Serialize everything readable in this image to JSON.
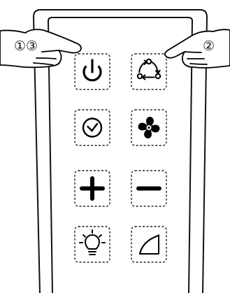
{
  "remote": {
    "buttons": [
      {
        "name": "power-button",
        "icon": "power-icon"
      },
      {
        "name": "mode-button",
        "icon": "cycle-arrows-icon"
      },
      {
        "name": "timer-button",
        "icon": "clock-icon"
      },
      {
        "name": "fan-speed-button",
        "icon": "fan-icon"
      },
      {
        "name": "increase-button",
        "icon": "plus-icon"
      },
      {
        "name": "decrease-button",
        "icon": "minus-icon"
      },
      {
        "name": "light-button",
        "icon": "lightbulb-icon"
      },
      {
        "name": "swing-button",
        "icon": "swing-curve-icon"
      }
    ]
  },
  "callouts": {
    "left_label": "①③",
    "right_label": "②"
  },
  "colors": {
    "line": "#111111",
    "background": "#ffffff"
  }
}
